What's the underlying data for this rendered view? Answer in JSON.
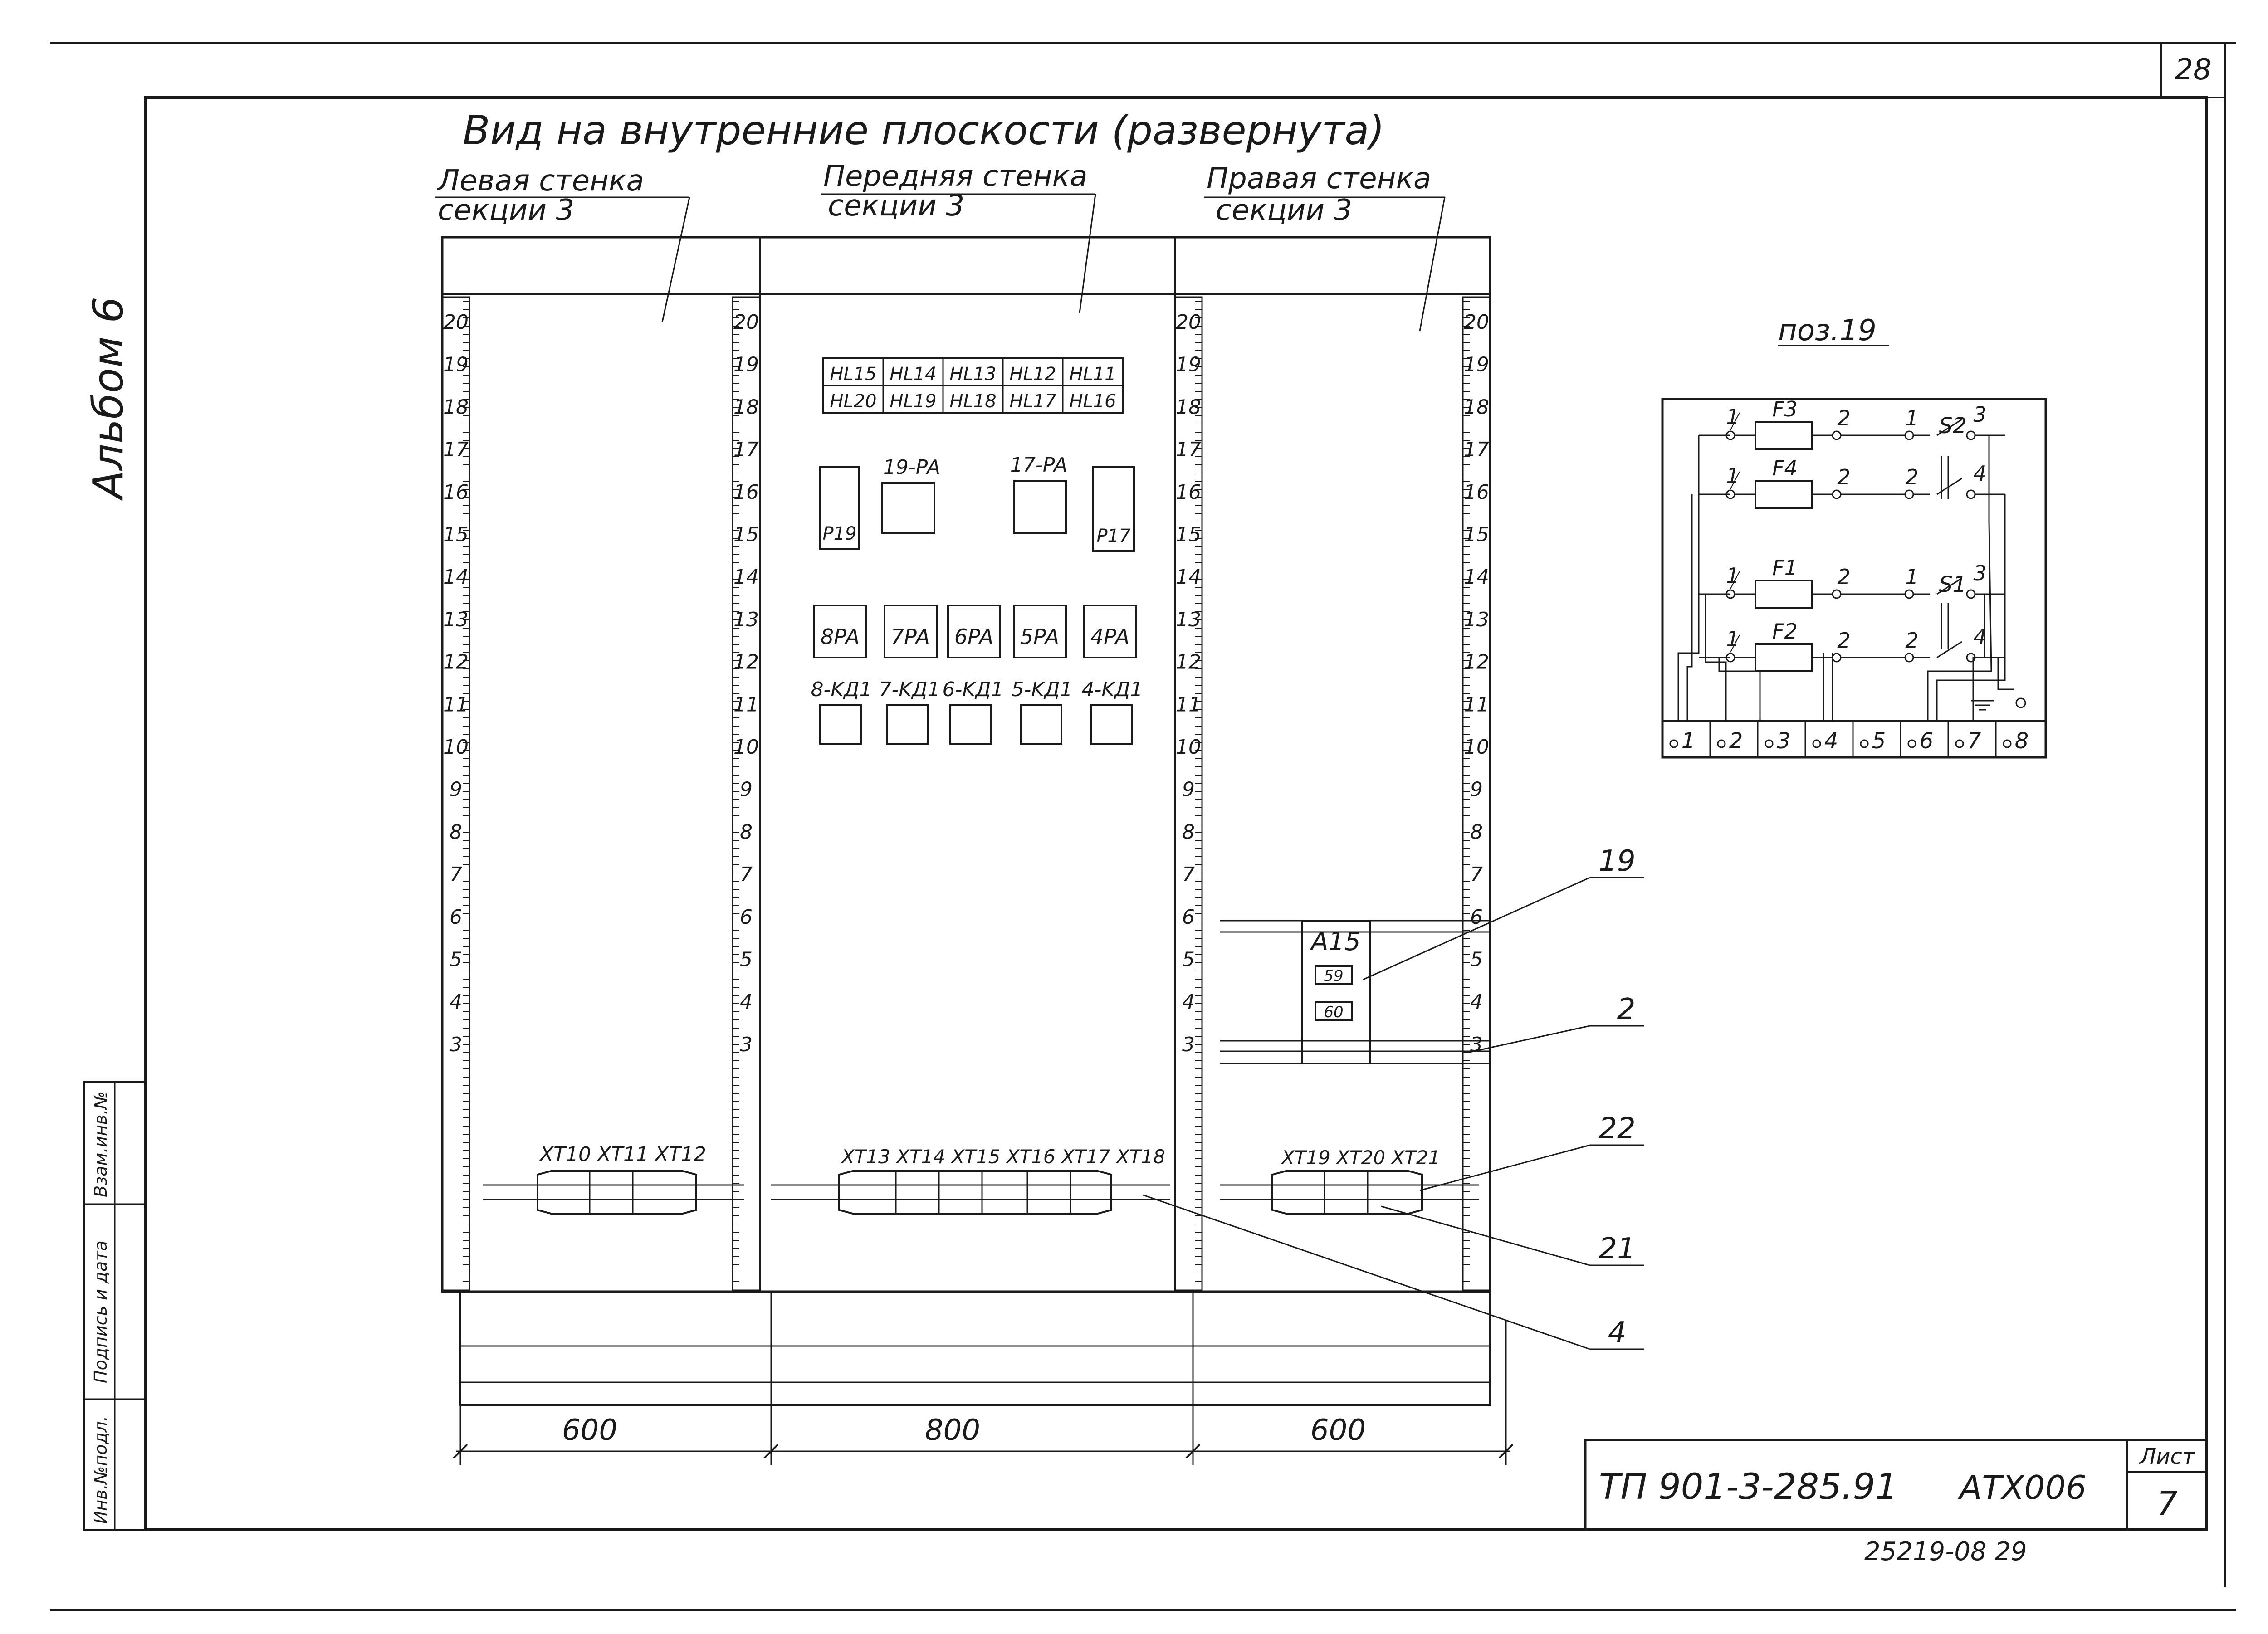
{
  "sheet": {
    "corner_number": "28",
    "title": "Вид на внутренние плоскости (развернута)",
    "album_label": "Альбом 6",
    "side_stamp": [
      "Инв.№подл.",
      "Подпись и дата",
      "Взам.инв.№"
    ],
    "bottom_code": "25219-08   29"
  },
  "walls": [
    {
      "label_line1": "Левая стенка",
      "label_line2": "секции 3",
      "width_dim": "600"
    },
    {
      "label_line1": "Передняя стенка",
      "label_line2": "секции 3",
      "width_dim": "800"
    },
    {
      "label_line1": "Правая стенка",
      "label_line2": "секции 3",
      "width_dim": "600"
    }
  ],
  "rail_numbers": [
    "20",
    "19",
    "18",
    "17",
    "16",
    "15",
    "14",
    "13",
    "12",
    "11",
    "10",
    "9",
    "8",
    "7",
    "6",
    "5",
    "4",
    "3"
  ],
  "front_panel": {
    "lamps_row1": [
      "HL15",
      "HL14",
      "HL13",
      "HL12",
      "HL11"
    ],
    "lamps_row2": [
      "HL20",
      "HL19",
      "HL18",
      "HL17",
      "HL16"
    ],
    "meters": [
      "P19",
      "19-PA",
      "17-PA",
      "P17"
    ],
    "pa_row": [
      "8PA",
      "7PA",
      "6PA",
      "5PA",
      "4PA"
    ],
    "kd_row": [
      "8-KД1",
      "7-KД1",
      "6-KД1",
      "5-KД1",
      "4-KД1"
    ]
  },
  "terminal_blocks": {
    "left": "XT10 XT11 XT12",
    "front": "XT13 XT14 XT15 XT16 XT17 XT18",
    "right": "XT19 XT20 XT21"
  },
  "right_box": {
    "label": "A15",
    "item1": "59",
    "item2": "60"
  },
  "callouts": [
    "19",
    "2",
    "22",
    "21",
    "4"
  ],
  "pos19": {
    "title": "поз.19",
    "fuse_labels": [
      "F3",
      "F4",
      "F1",
      "F2"
    ],
    "switch_labels": [
      "S2",
      "S1"
    ],
    "pin_1": "1",
    "pin_2": "2",
    "pin_3": "3",
    "pin_4": "4",
    "terminals": [
      "1",
      "2",
      "3",
      "4",
      "5",
      "6",
      "7",
      "8"
    ]
  },
  "title_block": {
    "doc_code": "ТП 901-3-285.91",
    "doc_mark": "АТХ006",
    "sheet_label": "Лист",
    "sheet_num": "7"
  }
}
